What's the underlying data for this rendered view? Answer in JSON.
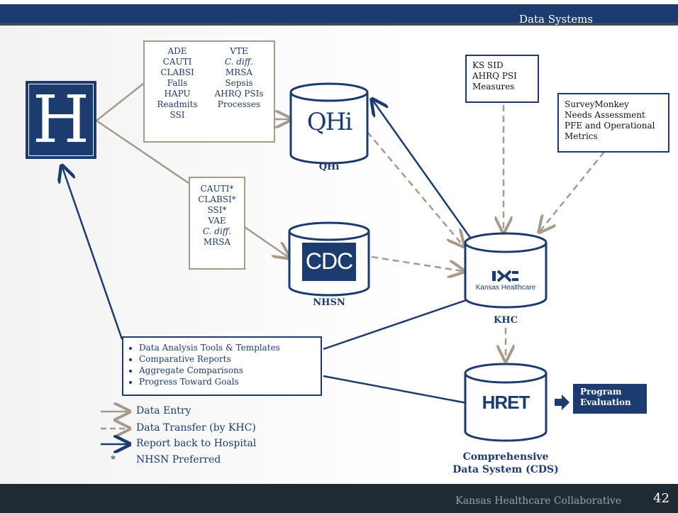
{
  "header": {
    "title": "Data Systems"
  },
  "footer": {
    "org": "Kansas Healthcare Collaborative",
    "page": "42"
  },
  "hospital_logo": {
    "letter": "H"
  },
  "qhi_measures": {
    "col1": [
      "ADE",
      "CAUTI",
      "CLABSI",
      "Falls",
      "HAPU",
      "Readmits",
      "SSI"
    ],
    "col2": [
      "VTE",
      "C. diff.",
      "MRSA",
      "Sepsis",
      "AHRQ PSIs",
      "Processes"
    ]
  },
  "nhsn_measures": [
    "CAUTI*",
    "CLABSI*",
    "SSI*",
    "VAE",
    "C. diff.",
    "MRSA"
  ],
  "ks_sid": [
    "KS SID",
    "AHRQ PSI",
    "Measures"
  ],
  "survey": [
    "SurveyMonkey",
    "Needs Assessment",
    "PFE and Operational",
    "Metrics"
  ],
  "databases": {
    "qhi": {
      "logo": "QHi",
      "label": "QHi"
    },
    "cdc": {
      "logo": "CDC",
      "label": "NHSN"
    },
    "khc": {
      "logo": "Kansas Healthcare",
      "label": "KHC"
    },
    "hret": {
      "logo": "HRET",
      "label": "Comprehensive",
      "label2": "Data System (CDS)"
    }
  },
  "reports": [
    "Data Analysis Tools & Templates",
    "Comparative Reports",
    "Aggregate Comparisons",
    "Progress Toward Goals"
  ],
  "program_eval": {
    "line1": "Program",
    "line2": "Evaluation"
  },
  "legend": {
    "entry": "Data Entry",
    "transfer": "Data Transfer (by KHC)",
    "report": "Report back to Hospital",
    "asterisk": "*",
    "nhsn": "NHSN Preferred"
  },
  "colors": {
    "navy": "#1c3b6e",
    "tan": "#a59a8b",
    "dark": "#1f2a33"
  }
}
